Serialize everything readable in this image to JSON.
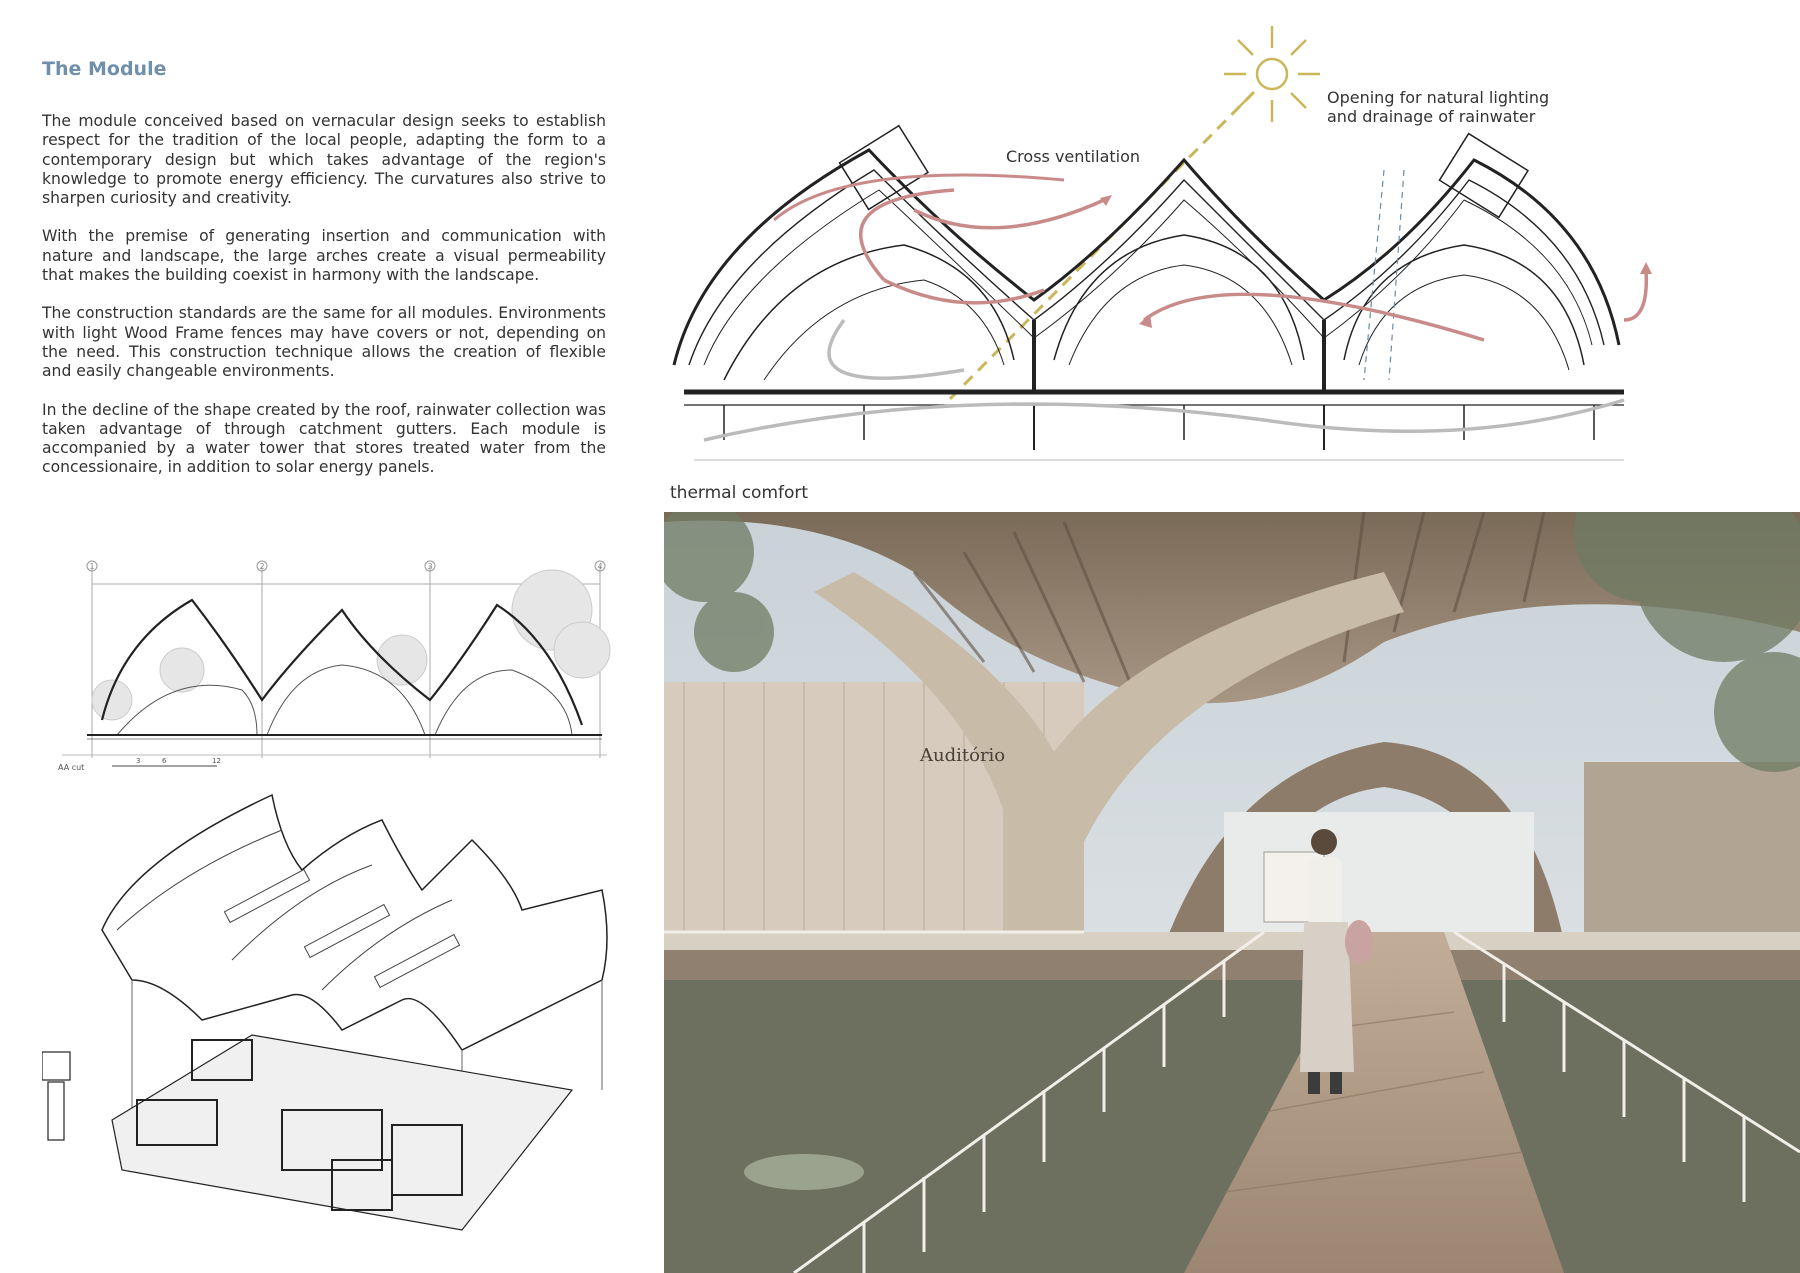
{
  "board": {
    "title": "The Module",
    "paragraphs": [
      "The module conceived based on vernacular design seeks to establish respect for the tradition of the local people, adapting the form to a contemporary design but which takes advantage of the region's knowledge to promote energy efficiency. The curvatures also strive to sharpen curiosity and creativity.",
      "With the premise of generating insertion and communication with nature and landscape, the large arches create a visual permeability that makes the building coexist in harmony with the landscape.",
      "The construction standards are the same for all modules. Environments with light Wood Frame fences may have covers or not, depending on the need. This construction technique allows the creation of flexible and easily changeable environments.",
      "In the decline of the shape created by the roof, rainwater collection was taken advantage of through catchment gutters. Each module is accompanied by a water tower that stores treated water from the concessionaire, in addition to solar energy panels."
    ]
  },
  "diagram": {
    "opening_label_1": "Opening for natural lighting",
    "opening_label_2": "and drainage of rainwater",
    "ventilation_label": "Cross ventilation",
    "comfort_label": "thermal comfort"
  },
  "section_drawing": {
    "cut_label": "AA cut",
    "grid_markers": [
      "1",
      "2",
      "3",
      "4"
    ],
    "scale_ticks": [
      "3",
      "6",
      "12"
    ]
  },
  "render": {
    "sign_text": "Auditório"
  },
  "colors": {
    "title": "#6f8fab",
    "sun": "#c9b75a",
    "airflow": "#c98a8a",
    "wood": "#c8bba8"
  }
}
